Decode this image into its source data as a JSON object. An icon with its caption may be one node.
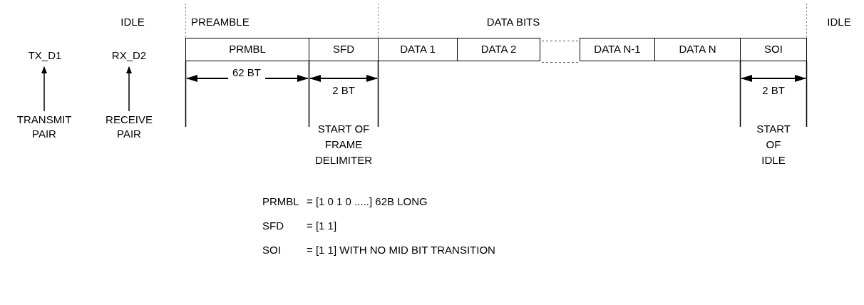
{
  "diagram": {
    "nodes": [
      {
        "text": [
          "TX_D1"
        ]
      },
      {
        "text": [
          "RX_D2"
        ]
      },
      {
        "text": [
          "TRANSMIT PAIR"
        ]
      },
      {
        "text": [
          "RECEIVE PAIR"
        ]
      },
      {
        "text": [
          "PRMBL"
        ]
      },
      {
        "text": [
          "SFD"
        ]
      },
      {
        "text": [
          "DATA 1"
        ]
      },
      {
        "text": [
          "DATA 2"
        ]
      },
      {
        "text": [
          "DATA N-1"
        ]
      },
      {
        "text": [
          "DATA N"
        ]
      },
      {
        "text": [
          "SOI"
        ]
      }
    ],
    "edges": [
      {
        "from": 2,
        "to": 0,
        "arrow": "to"
      },
      {
        "from": 3,
        "to": 1,
        "arrow": "to"
      }
    ],
    "labels": [
      "IDLE",
      "PREAMBLE",
      "DATA BITS",
      "IDLE",
      "62 BT",
      "2 BT",
      "2 BT",
      "START OF FRAME DELIMITER",
      "START OF IDLE",
      "PRMBL",
      "= [1 0 1 0 .....] 62B LONG",
      "SFD",
      "= [1 1]",
      "SOI",
      "= [1 1] WITH NO MID BIT TRANSITION"
    ]
  }
}
